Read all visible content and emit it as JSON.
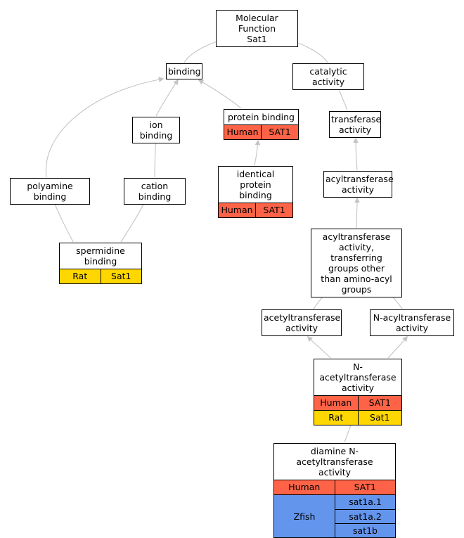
{
  "diagram": {
    "colors": {
      "human": "#ff6347",
      "rat": "#ffd700",
      "zfish": "#6495ed",
      "edge": "#c4c4c4"
    },
    "nodes": {
      "molecular_function": {
        "label": "Molecular Function\nSat1"
      },
      "binding": {
        "label": "binding"
      },
      "catalytic_activity": {
        "label": "catalytic activity"
      },
      "ion_binding": {
        "label": "ion binding"
      },
      "protein_binding": {
        "label": "protein binding",
        "annotations": [
          {
            "species": "Human",
            "gene": "SAT1"
          }
        ]
      },
      "identical_protein_binding": {
        "label": "identical protein\nbinding",
        "annotations": [
          {
            "species": "Human",
            "gene": "SAT1"
          }
        ]
      },
      "cation_binding": {
        "label": "cation binding"
      },
      "polyamine_binding": {
        "label": "polyamine binding"
      },
      "spermidine_binding": {
        "label": "spermidine binding",
        "annotations": [
          {
            "species": "Rat",
            "gene": "Sat1"
          }
        ]
      },
      "transferase_activity": {
        "label": "transferase\nactivity"
      },
      "acyltransferase_activity": {
        "label": "acyltransferase\nactivity"
      },
      "acyltransferase_transferring": {
        "label": "acyltransferase\nactivity, transferring\ngroups other\nthan amino-acyl\ngroups"
      },
      "acetyltransferase_activity": {
        "label": "acetyltransferase\nactivity"
      },
      "n_acyltransferase_activity": {
        "label": "N-acyltransferase\nactivity"
      },
      "n_acetyltransferase_activity": {
        "label": "N-acetyltransferase\nactivity",
        "annotations": [
          {
            "species": "Human",
            "gene": "SAT1"
          },
          {
            "species": "Rat",
            "gene": "Sat1"
          }
        ]
      },
      "diamine_n_acetyltransferase_activity": {
        "label": "diamine N-acetyltransferase\nactivity",
        "annotations": [
          {
            "species": "Human",
            "gene": "SAT1"
          }
        ],
        "zfish": {
          "species": "Zfish",
          "genes": [
            "sat1a.1",
            "sat1a.2",
            "sat1b"
          ]
        }
      }
    },
    "edges": [
      {
        "from": "binding",
        "to": "molecular_function"
      },
      {
        "from": "catalytic_activity",
        "to": "molecular_function"
      },
      {
        "from": "ion_binding",
        "to": "binding"
      },
      {
        "from": "protein_binding",
        "to": "binding"
      },
      {
        "from": "polyamine_binding",
        "to": "binding"
      },
      {
        "from": "cation_binding",
        "to": "ion_binding"
      },
      {
        "from": "identical_protein_binding",
        "to": "protein_binding"
      },
      {
        "from": "spermidine_binding",
        "to": "polyamine_binding"
      },
      {
        "from": "spermidine_binding",
        "to": "cation_binding"
      },
      {
        "from": "transferase_activity",
        "to": "catalytic_activity"
      },
      {
        "from": "acyltransferase_activity",
        "to": "transferase_activity"
      },
      {
        "from": "acyltransferase_transferring",
        "to": "acyltransferase_activity"
      },
      {
        "from": "acetyltransferase_activity",
        "to": "acyltransferase_transferring"
      },
      {
        "from": "n_acyltransferase_activity",
        "to": "acyltransferase_transferring"
      },
      {
        "from": "n_acetyltransferase_activity",
        "to": "acetyltransferase_activity"
      },
      {
        "from": "n_acetyltransferase_activity",
        "to": "n_acyltransferase_activity"
      },
      {
        "from": "diamine_n_acetyltransferase_activity",
        "to": "n_acetyltransferase_activity"
      }
    ]
  }
}
